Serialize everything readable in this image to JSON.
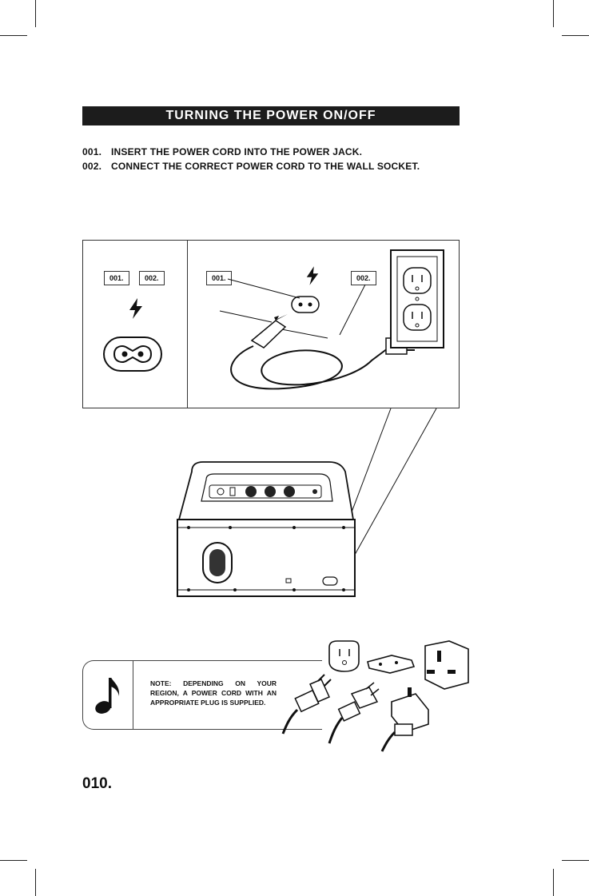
{
  "section": {
    "title": "TURNING THE POWER ON/OFF"
  },
  "steps": [
    {
      "number": "001.",
      "text": "INSERT THE POWER CORD INTO THE POWER JACK."
    },
    {
      "number": "002.",
      "text": "CONNECT THE CORRECT POWER CORD TO THE WALL SOCKET."
    }
  ],
  "figure": {
    "left_labels": [
      "001.",
      "002."
    ],
    "right_labels": [
      "001.",
      "002."
    ]
  },
  "note": {
    "text": "NOTE: DEPENDING ON YOUR REGION, A POWER CORD WITH AN APPROPRIATE PLUG IS SUPPLIED."
  },
  "page": {
    "number": "010."
  },
  "icons": {
    "power": "lightning-bolt-icon",
    "note": "music-note-icon"
  }
}
